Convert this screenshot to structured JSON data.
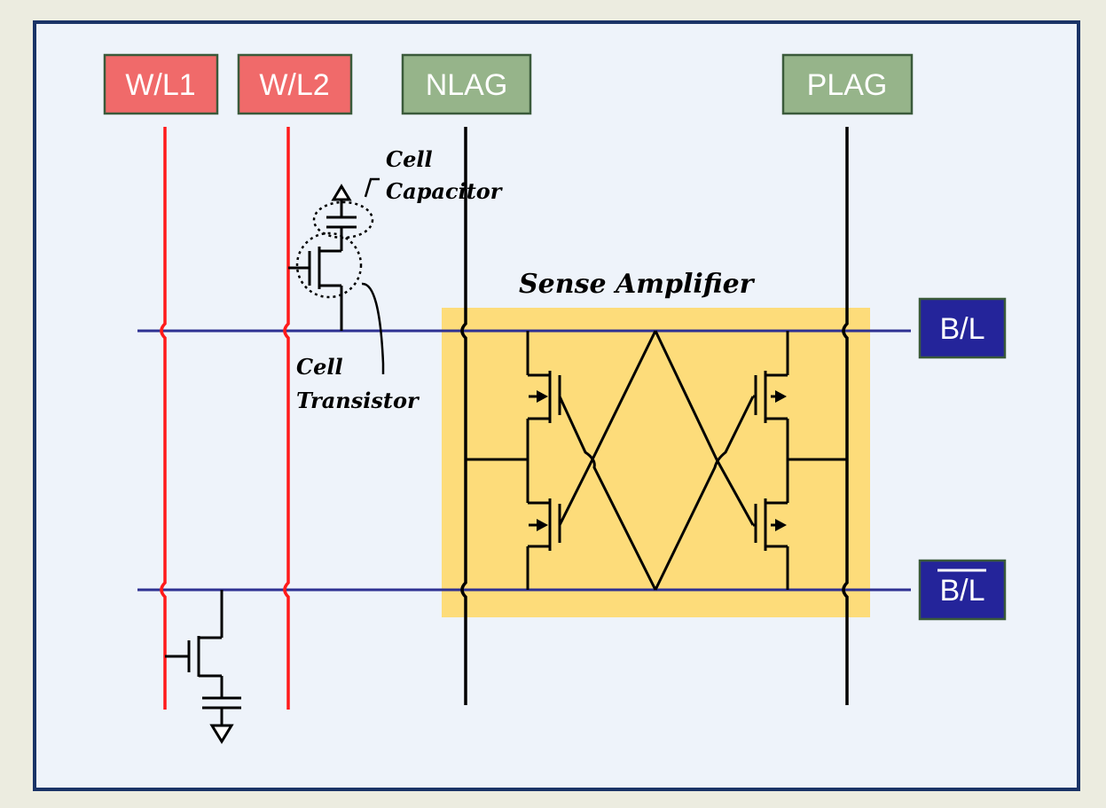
{
  "labels": {
    "wl1": "W/L1",
    "wl2": "W/L2",
    "nlag": "NLAG",
    "plag": "PLAG",
    "bl": "B/L",
    "bl_bar": "B/L"
  },
  "annotations": {
    "cell_capacitor_line1": "Cell",
    "cell_capacitor_line2": "Capacitor",
    "cell_transistor_line1": "Cell",
    "cell_transistor_line2": "Transistor",
    "sense_amplifier": "Sense Amplifier"
  },
  "colors": {
    "word_line": "#ff1a1a",
    "word_line_label": "#f06a6a",
    "bit_line": "#2e3192",
    "bit_line_label": "#24249a",
    "supply_label": "#96b48a",
    "sense_amp_fill": "#fddc7a",
    "frame_border": "#1a3366"
  }
}
